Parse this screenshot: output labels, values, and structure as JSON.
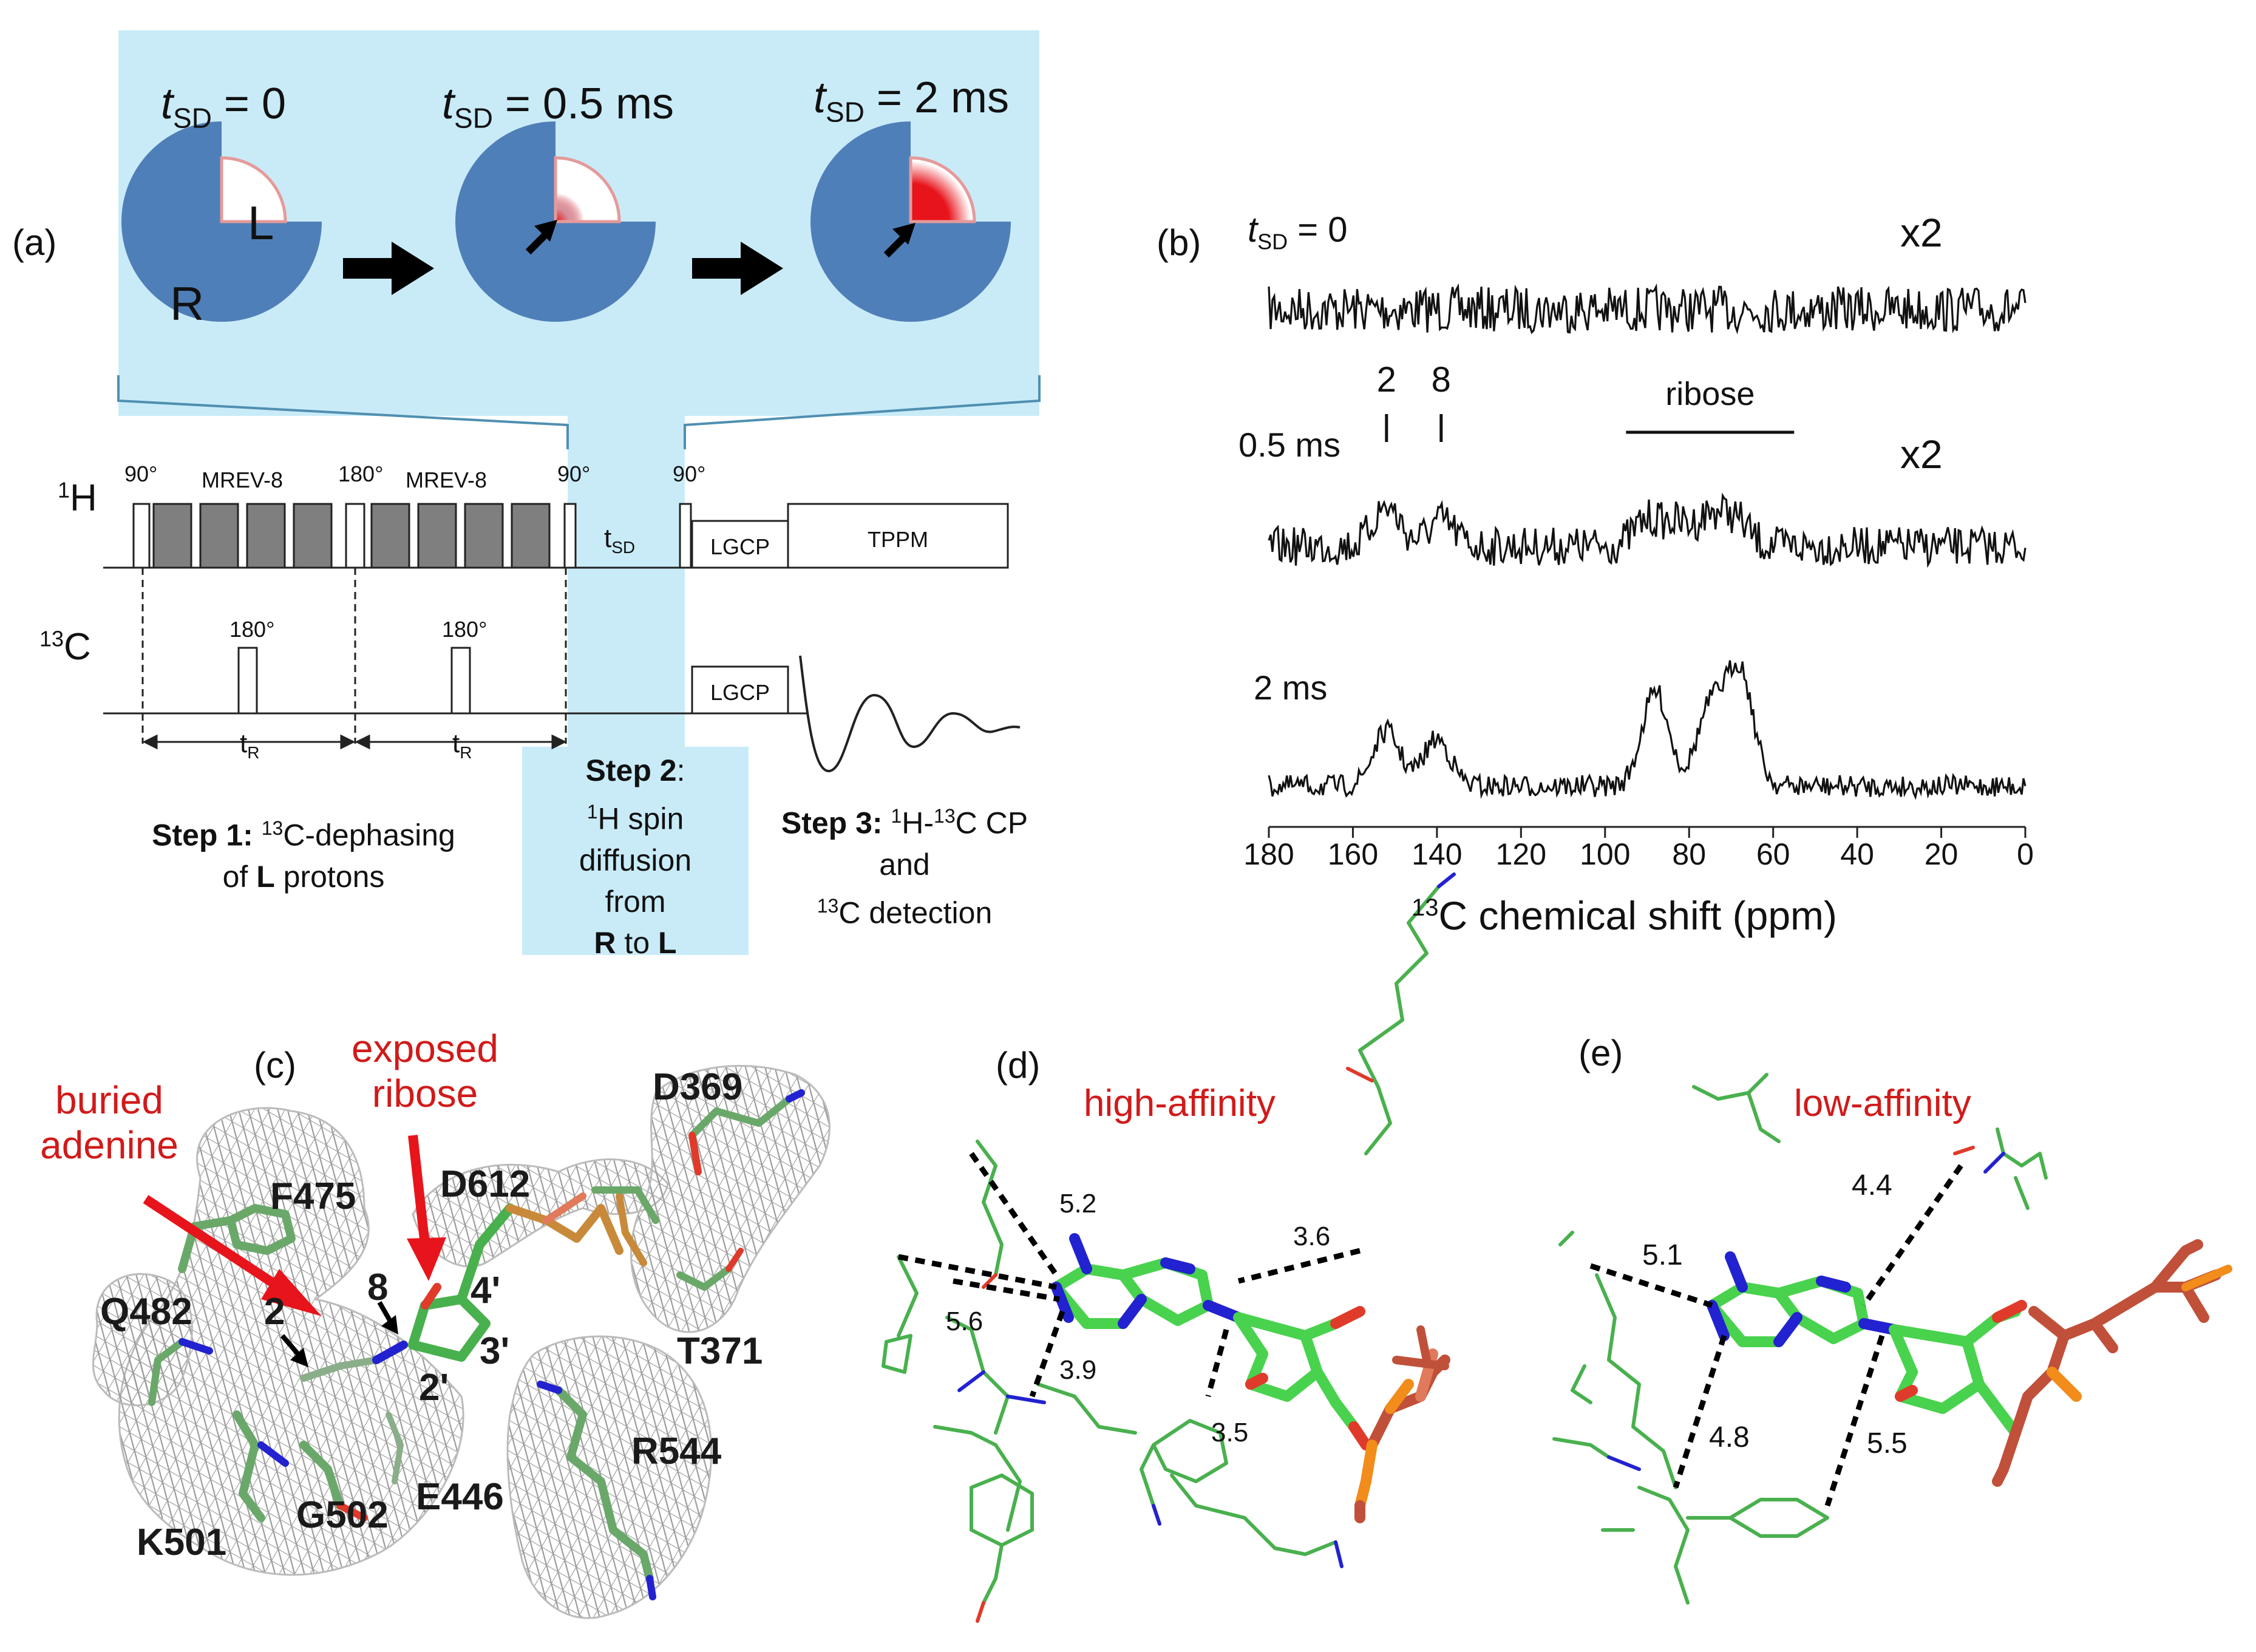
{
  "colors": {
    "highlight": "#c9ebf8",
    "receptor": "#4f7fb8",
    "ligand_edge": "#e59a9a",
    "ligand_fill": "#e8141b",
    "carbon": "#49d24e",
    "nitrogen": "#2222d0",
    "oxygen": "#e03a2a",
    "phosphorus": "#f28c1a",
    "mesh": "#9a9a9a",
    "contact": "#000000",
    "annotation_red": "#d11a1a"
  },
  "panel_a": {
    "tag": "(a)",
    "states": [
      {
        "tsd_label": "t",
        "tsd_sub": "SD",
        "tsd_value": " = 0"
      },
      {
        "tsd_label": "t",
        "tsd_sub": "SD",
        "tsd_value": " = 0.5 ms"
      },
      {
        "tsd_label": "t",
        "tsd_sub": "SD",
        "tsd_value": " = 2 ms"
      }
    ],
    "receptor_label": "R",
    "ligand_label": "L",
    "ligand_signal_levels": [
      0,
      0.25,
      0.85
    ],
    "pulse_sequence": {
      "channel_h_iso": "1",
      "channel_h": "H",
      "channel_c_iso": "13",
      "channel_c": "C",
      "pulse_90_a": "90°",
      "pulse_180_h": "180°",
      "pulse_90_b": "90°",
      "pulse_90_c": "90°",
      "mrev_a": "MREV-8",
      "mrev_b": "MREV-8",
      "tsd_label": "t",
      "tsd_sub": "SD",
      "lgcp_h": "LGCP",
      "tppm": "TPPM",
      "pulse_180_c_a": "180°",
      "pulse_180_c_b": "180°",
      "lgcp_c": "LGCP",
      "tr_label": "t",
      "tr_sub": "R"
    },
    "steps": {
      "step1_bold": "Step 1:",
      "step1_iso": "13",
      "step1_text": "C-dephasing",
      "step1_line2_pre": "of ",
      "step1_line2_bold": "L",
      "step1_line2_post": " protons",
      "step2_bold": "Step 2",
      "step2_colon": ":",
      "step2_iso": "1",
      "step2_line1": "H spin",
      "step2_line2": "diffusion",
      "step2_line3": "from",
      "step2_r": "R",
      "step2_to": " to ",
      "step2_l": "L",
      "step3_bold": "Step 3:",
      "step3_iso1": "1",
      "step3_text1": "H-",
      "step3_iso2": "13",
      "step3_text2": "C CP",
      "step3_line2": "and",
      "step3_iso3": "13",
      "step3_line3": "C detection"
    }
  },
  "panel_b": {
    "tag": "(b)",
    "chart_data": {
      "type": "line",
      "xlabel_iso": "13",
      "xlabel": "C chemical shift (ppm)",
      "xlim": [
        180,
        0
      ],
      "x_reversed": true,
      "xticks": [
        180,
        160,
        140,
        120,
        100,
        80,
        60,
        40,
        20,
        0
      ],
      "series": [
        {
          "name": "t_SD = 0",
          "label_t": "t",
          "label_sub": "SD",
          "label_rest": " = 0",
          "scale": "x2",
          "peaks": []
        },
        {
          "name": "0.5 ms",
          "label": "0.5 ms",
          "scale": "x2",
          "peaks": [
            {
              "ppm": 152,
              "height": 0.55
            },
            {
              "ppm": 139,
              "height": 0.35
            },
            {
              "ppm": 90,
              "height": 0.35
            },
            {
              "ppm": 83,
              "height": 0.3
            },
            {
              "ppm": 75,
              "height": 0.4
            },
            {
              "ppm": 69,
              "height": 0.35
            }
          ]
        },
        {
          "name": "2 ms",
          "label": "2 ms",
          "scale": "",
          "peaks": [
            {
              "ppm": 152,
              "height": 0.75
            },
            {
              "ppm": 140,
              "height": 0.65
            },
            {
              "ppm": 88,
              "height": 1.3
            },
            {
              "ppm": 75,
              "height": 1.05
            },
            {
              "ppm": 68,
              "height": 1.6
            }
          ]
        }
      ],
      "annotations": {
        "peak_2": "2",
        "peak_2_ppm": 152,
        "peak_8": "8",
        "peak_8_ppm": 139,
        "ribose": "ribose",
        "ribose_range": [
          95,
          55
        ]
      }
    }
  },
  "panel_c": {
    "tag": "(c)",
    "buried_line1": "buried",
    "buried_line2": "adenine",
    "exposed_line1": "exposed",
    "exposed_line2": "ribose",
    "residues": {
      "d369": "D369",
      "f475": "F475",
      "d612": "D612",
      "q482": "Q482",
      "t371": "T371",
      "r544": "R544",
      "e446": "E446",
      "g502": "G502",
      "k501": "K501"
    },
    "atoms": {
      "a2": "2",
      "a8": "8",
      "r4": "4'",
      "r3": "3'",
      "r2": "2'"
    }
  },
  "panel_d": {
    "tag": "(d)",
    "title": "high-affinity",
    "distances": {
      "d52": "5.2",
      "d36": "3.6",
      "d56": "5.6",
      "d39": "3.9",
      "d35": "3.5"
    }
  },
  "panel_e": {
    "tag": "(e)",
    "title": "low-affinity",
    "distances": {
      "d44": "4.4",
      "d51": "5.1",
      "d48": "4.8",
      "d55": "5.5"
    }
  }
}
